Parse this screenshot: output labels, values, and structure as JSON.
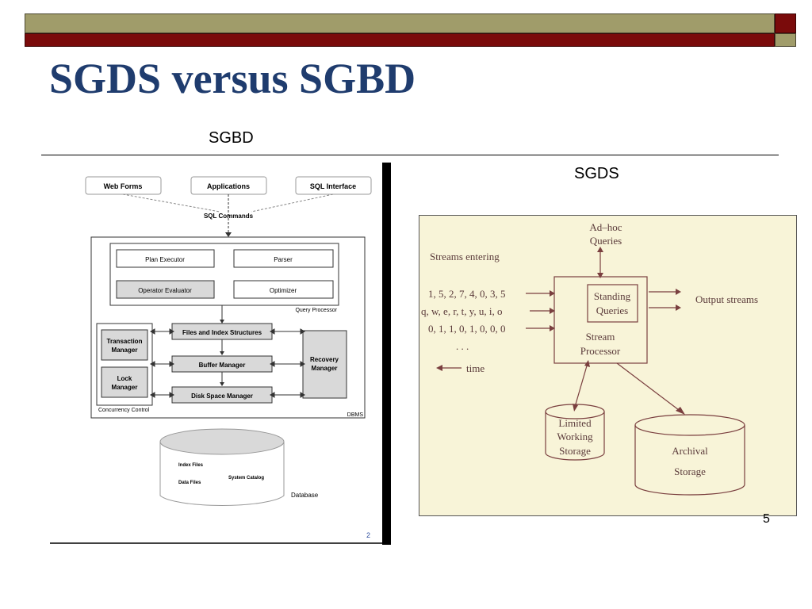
{
  "slide": {
    "title": "SGDS versus SGBD",
    "sgbd_label": "SGBD",
    "sgds_label": "SGDS",
    "page_number": "5",
    "bullet_dash": "–",
    "colors": {
      "title": "#1f3c6e",
      "olive": "#a09c6a",
      "maroon": "#7a0b0b",
      "stream_bg": "#f8f4d8",
      "stream_ink": "#7a3f3f"
    }
  },
  "dbms": {
    "web_forms": "Web Forms",
    "applications": "Applications",
    "sql_interface": "SQL Interface",
    "sql_commands": "SQL Commands",
    "plan_executor": "Plan Executor",
    "parser": "Parser",
    "operator_evaluator": "Operator Evaluator",
    "optimizer": "Optimizer",
    "query_processor": "Query Processor",
    "files_index": "Files and Index Structures",
    "buffer_manager": "Buffer Manager",
    "disk_space_manager": "Disk Space Manager",
    "transaction_manager_1": "Transaction",
    "transaction_manager_2": "Manager",
    "lock_manager_1": "Lock",
    "lock_manager_2": "Manager",
    "recovery_manager_1": "Recovery",
    "recovery_manager_2": "Manager",
    "concurrency_control": "Concurrency Control",
    "dbms_label": "DBMS",
    "index_files": "Index Files",
    "data_files": "Data Files",
    "system_catalog": "System Catalog",
    "database": "Database",
    "page_num": "2"
  },
  "dsms": {
    "adhoc_1": "Ad–hoc",
    "adhoc_2": "Queries",
    "streams_entering": "Streams entering",
    "stream_1": "1, 5, 2, 7, 4, 0, 3, 5",
    "stream_2": "q, w, e, r, t, y, u, i, o",
    "stream_3": "0, 1, 1, 0, 1, 0, 0, 0",
    "ellipsis": ". . .",
    "time": "time",
    "standing_1": "Standing",
    "standing_2": "Queries",
    "processor_1": "Stream",
    "processor_2": "Processor",
    "output_streams": "Output streams",
    "limited_1": "Limited",
    "limited_2": "Working",
    "limited_3": "Storage",
    "archival_1": "Archival",
    "archival_2": "Storage"
  }
}
